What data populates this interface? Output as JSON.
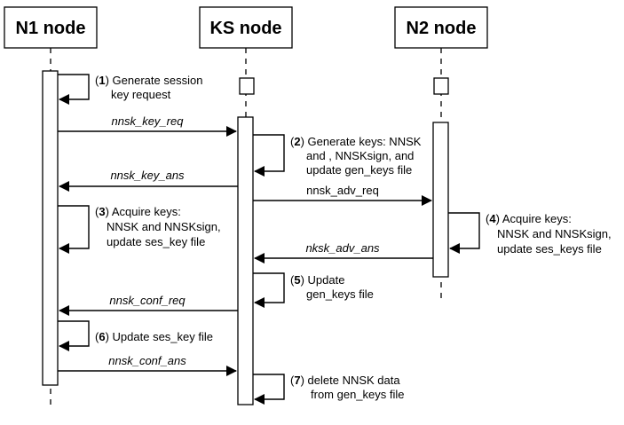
{
  "nodes": {
    "n1": "N1 node",
    "ks": "KS node",
    "n2": "N2 node"
  },
  "messages": {
    "m1": "nnsk_key_req",
    "m2": "nnsk_key_ans",
    "m3": "nnsk_adv_req",
    "m4": "nksk_adv_ans",
    "m5": "nnsk_conf_req",
    "m6": "nnsk_conf_ans"
  },
  "steps": {
    "s1": {
      "num": "1",
      "line1": " Generate session",
      "line2": "key request"
    },
    "s2": {
      "num": "2",
      "line1": " Generate keys: NNSK",
      "line2": "and , NNSKsign, and",
      "line3": "update gen_keys file"
    },
    "s3": {
      "num": "3",
      "line1": " Acquire keys:",
      "line2": "NNSK and NNSKsign,",
      "line3": "update ses_key file"
    },
    "s4": {
      "num": "4",
      "line1": " Acquire keys:",
      "line2": "NNSK and NNSKsign,",
      "line3": "update ses_keys file"
    },
    "s5": {
      "num": "5",
      "line1": " Update",
      "line2": "gen_keys file"
    },
    "s6": {
      "num": "6",
      "line1": " Update ses_key file"
    },
    "s7": {
      "num": "7",
      "line1": " delete NNSK data",
      "line2": "from gen_keys file"
    }
  }
}
